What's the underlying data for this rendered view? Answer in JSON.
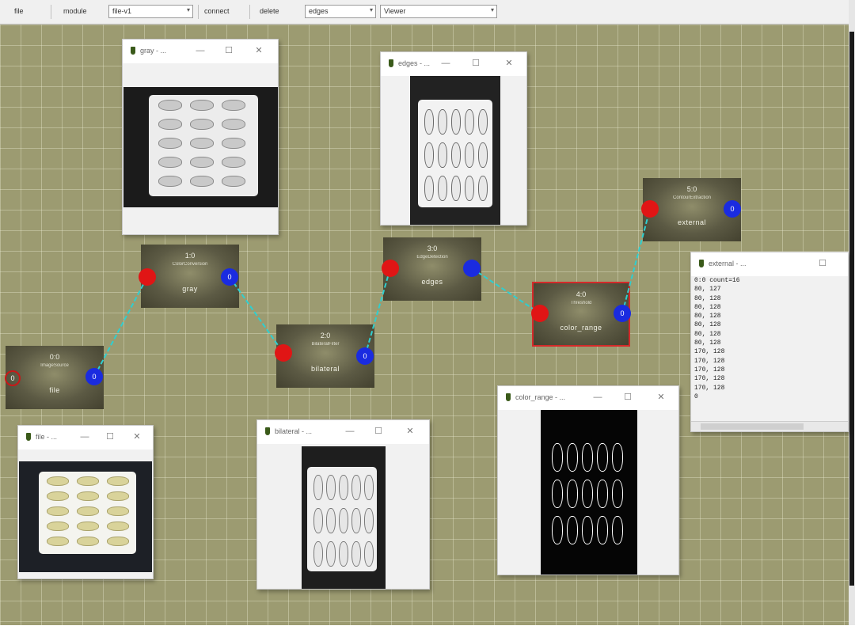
{
  "toolbar": {
    "items": [
      {
        "label": "file"
      },
      {
        "label": "module"
      },
      {
        "select": "file-v1"
      },
      {
        "label": "connect"
      },
      {
        "label": "delete"
      },
      {
        "select": "edges"
      },
      {
        "select": "Viewer"
      }
    ]
  },
  "nodes": [
    {
      "id": "0:0",
      "type": "ImageSource",
      "name": "file"
    },
    {
      "id": "1:0",
      "type": "ColorConversion",
      "name": "gray"
    },
    {
      "id": "2:0",
      "type": "BilateralFilter",
      "name": "bilateral"
    },
    {
      "id": "3:0",
      "type": "EdgeDetection",
      "name": "edges"
    },
    {
      "id": "4:0",
      "type": "Threshold",
      "name": "color_range"
    },
    {
      "id": "5:0",
      "type": "ContourExtraction",
      "name": "external"
    }
  ],
  "ports": {
    "in": "0",
    "out": "0"
  },
  "windows": [
    {
      "title": "gray - ..."
    },
    {
      "title": "edges - ..."
    },
    {
      "title": "file - ..."
    },
    {
      "title": "bilateral - ..."
    },
    {
      "title": "color_range - ..."
    }
  ],
  "console": {
    "title": "external - ...",
    "lines": [
      "0:0 count=16",
      "80, 127",
      "80, 128",
      "80, 128",
      "80, 128",
      "80, 128",
      "80, 128",
      "80, 128",
      "170, 128",
      "170, 128",
      "170, 128",
      "170, 128",
      "170, 128",
      "0"
    ]
  },
  "colors": {
    "canvas": "#9c9b71",
    "input_port": "#e01515",
    "output_port": "#1a2be0",
    "wire": "#2ecfd0",
    "selected_border": "#d42a2a"
  }
}
